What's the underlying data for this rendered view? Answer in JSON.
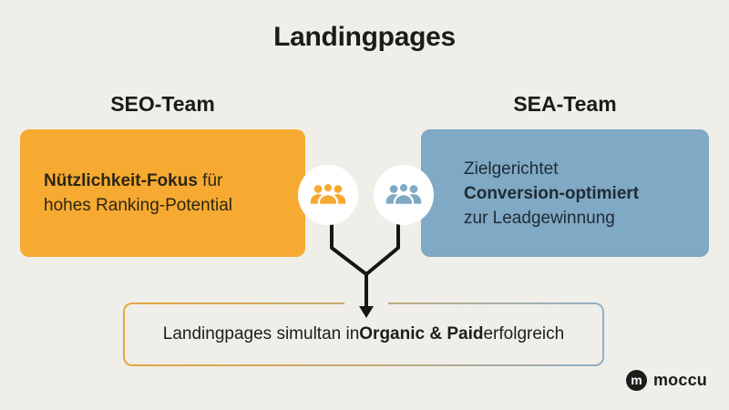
{
  "page": {
    "title": "Landingpages"
  },
  "seo": {
    "heading": "SEO-Team",
    "card": {
      "line1_bold": "Nützlichkeit-Fokus",
      "line1_rest": " für",
      "line2": "hohes Ranking-Potential"
    }
  },
  "sea": {
    "heading": "SEA-Team",
    "card": {
      "line1": "Zielgerichtet",
      "line2_bold": "Conversion-optimiert",
      "line3": "zur Leadgewinnung"
    }
  },
  "result": {
    "prefix": "Landingpages simultan in ",
    "bold": "Organic & Paid",
    "suffix": " erfolgreich"
  },
  "logo": {
    "wordmark": "moccu",
    "monogram": "m"
  },
  "icons": {
    "seo_bubble": "people-group-icon",
    "sea_bubble": "people-group-icon",
    "merge": "arrow-down-merge"
  },
  "colors": {
    "background": "#F0EEE8",
    "seo_orange": "#F7AA31",
    "sea_blue": "#7FA9C4",
    "ink": "#1C1B17",
    "connector": "#161616",
    "circle_bg": "#FFFFFF",
    "gradient_left": "#E9A63C",
    "gradient_mid": "#C2AB76",
    "gradient_right": "#90AEC7",
    "logo_black": "#1D1C1A"
  }
}
